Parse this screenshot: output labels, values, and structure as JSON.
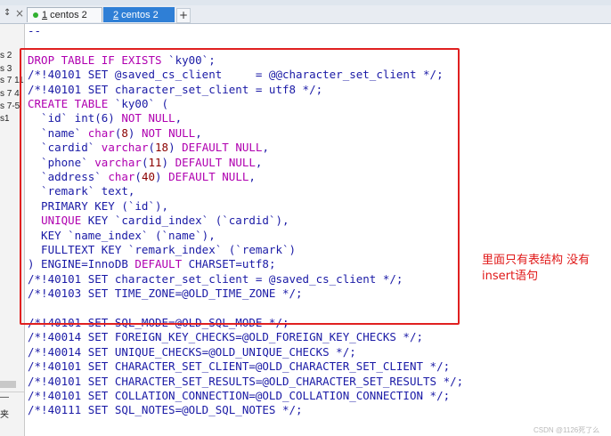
{
  "tabs": [
    {
      "number": "1",
      "label": " centos 2"
    },
    {
      "number": "2",
      "label": " centos 2"
    }
  ],
  "new_tab_symbol": "+",
  "pin_symbol": "↕",
  "close_symbol": "×",
  "sidebar": {
    "items": [
      "s 2",
      "s 3",
      "s 7 11",
      "s 7 4",
      "s 7-5",
      "s1"
    ],
    "bottom_items": [
      "—",
      "夹"
    ]
  },
  "editor": {
    "lines": [
      {
        "segments": [
          {
            "t": "--",
            "c": "p"
          }
        ]
      },
      {
        "segments": []
      },
      {
        "segments": [
          {
            "t": "DROP TABLE IF EXISTS ",
            "c": "k"
          },
          {
            "t": "`ky00`;",
            "c": "p"
          }
        ]
      },
      {
        "segments": [
          {
            "t": "/*!40101 SET @saved_cs_client     = @@character_set_client */;",
            "c": "p"
          }
        ]
      },
      {
        "segments": [
          {
            "t": "/*!40101 SET character_set_client = utf8 */;",
            "c": "p"
          }
        ]
      },
      {
        "segments": [
          {
            "t": "CREATE TABLE ",
            "c": "k"
          },
          {
            "t": "`ky00` (",
            "c": "p"
          }
        ]
      },
      {
        "segments": [
          {
            "t": "  `id` int(6) ",
            "c": "p"
          },
          {
            "t": "NOT NULL",
            "c": "k"
          },
          {
            "t": ",",
            "c": "p"
          }
        ]
      },
      {
        "segments": [
          {
            "t": "  `name` ",
            "c": "p"
          },
          {
            "t": "char",
            "c": "k"
          },
          {
            "t": "(",
            "c": "p"
          },
          {
            "t": "8",
            "c": "t"
          },
          {
            "t": ") ",
            "c": "p"
          },
          {
            "t": "NOT NULL",
            "c": "k"
          },
          {
            "t": ",",
            "c": "p"
          }
        ]
      },
      {
        "segments": [
          {
            "t": "  `cardid` ",
            "c": "p"
          },
          {
            "t": "varchar",
            "c": "k"
          },
          {
            "t": "(",
            "c": "p"
          },
          {
            "t": "18",
            "c": "t"
          },
          {
            "t": ") ",
            "c": "p"
          },
          {
            "t": "DEFAULT NULL",
            "c": "k"
          },
          {
            "t": ",",
            "c": "p"
          }
        ]
      },
      {
        "segments": [
          {
            "t": "  `phone` ",
            "c": "p"
          },
          {
            "t": "varchar",
            "c": "k"
          },
          {
            "t": "(",
            "c": "p"
          },
          {
            "t": "11",
            "c": "t"
          },
          {
            "t": ") ",
            "c": "p"
          },
          {
            "t": "DEFAULT NULL",
            "c": "k"
          },
          {
            "t": ",",
            "c": "p"
          }
        ]
      },
      {
        "segments": [
          {
            "t": "  `address` ",
            "c": "p"
          },
          {
            "t": "char",
            "c": "k"
          },
          {
            "t": "(",
            "c": "p"
          },
          {
            "t": "40",
            "c": "t"
          },
          {
            "t": ") ",
            "c": "p"
          },
          {
            "t": "DEFAULT NULL",
            "c": "k"
          },
          {
            "t": ",",
            "c": "p"
          }
        ]
      },
      {
        "segments": [
          {
            "t": "  `remark` text,",
            "c": "p"
          }
        ]
      },
      {
        "segments": [
          {
            "t": "  PRIMARY KEY (`id`),",
            "c": "p"
          }
        ]
      },
      {
        "segments": [
          {
            "t": "  ",
            "c": "p"
          },
          {
            "t": "UNIQUE",
            "c": "k"
          },
          {
            "t": " KEY `cardid_index` (`cardid`),",
            "c": "p"
          }
        ]
      },
      {
        "segments": [
          {
            "t": "  KEY `name_index` (`name`),",
            "c": "p"
          }
        ]
      },
      {
        "segments": [
          {
            "t": "  FULLTEXT KEY `remark_index` (`remark`)",
            "c": "p"
          }
        ]
      },
      {
        "segments": [
          {
            "t": ") ENGINE=InnoDB ",
            "c": "p"
          },
          {
            "t": "DEFAULT",
            "c": "k"
          },
          {
            "t": " CHARSET=utf8;",
            "c": "p"
          }
        ]
      },
      {
        "segments": [
          {
            "t": "/*!40101 SET character_set_client = @saved_cs_client */;",
            "c": "p"
          }
        ]
      },
      {
        "segments": [
          {
            "t": "/*!40103 SET TIME_ZONE=@OLD_TIME_ZONE */;",
            "c": "p"
          }
        ]
      },
      {
        "segments": []
      },
      {
        "segments": [
          {
            "t": "/*!40101 SET SQL_MODE=@OLD_SQL_MODE */;",
            "c": "p"
          }
        ]
      },
      {
        "segments": [
          {
            "t": "/*!40014 SET FOREIGN_KEY_CHECKS=@OLD_FOREIGN_KEY_CHECKS */;",
            "c": "p"
          }
        ]
      },
      {
        "segments": [
          {
            "t": "/*!40014 SET UNIQUE_CHECKS=@OLD_UNIQUE_CHECKS */;",
            "c": "p"
          }
        ]
      },
      {
        "segments": [
          {
            "t": "/*!40101 SET CHARACTER_SET_CLIENT=@OLD_CHARACTER_SET_CLIENT */;",
            "c": "p"
          }
        ]
      },
      {
        "segments": [
          {
            "t": "/*!40101 SET CHARACTER_SET_RESULTS=@OLD_CHARACTER_SET_RESULTS */;",
            "c": "p"
          }
        ]
      },
      {
        "segments": [
          {
            "t": "/*!40101 SET COLLATION_CONNECTION=@OLD_COLLATION_CONNECTION */;",
            "c": "p"
          }
        ]
      },
      {
        "segments": [
          {
            "t": "/*!40111 SET SQL_NOTES=@OLD_SQL_NOTES */;",
            "c": "p"
          }
        ]
      }
    ]
  },
  "annotation": {
    "line1": "里面只有表结构  没有",
    "line2": "insert语句"
  },
  "watermark": "CSDN @1126死了么",
  "colors": {
    "plain": "#1a1aa6",
    "keyword": "#b000b0",
    "type_num": "#8b0000",
    "highlight_box": "#e02020",
    "annotation": "#e01818",
    "active_tab": "#2f7fd6"
  }
}
